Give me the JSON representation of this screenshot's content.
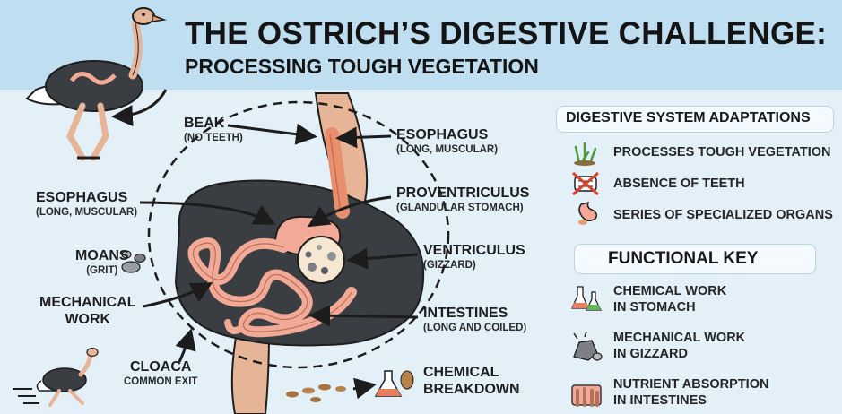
{
  "header": {
    "title": "THE OSTRICH’S DIGESTIVE CHALLENGE:",
    "subtitle": "PROCESSING TOUGH VEGETATION"
  },
  "diagram": {
    "labels": {
      "beak": {
        "main": "BEAK",
        "sub": "(NO TEETH)"
      },
      "esophagus_right": {
        "main": "ESOPHAGUS",
        "sub": "(LONG, MUSCULAR)"
      },
      "esophagus_left": {
        "main": "ESOPHAGUS",
        "sub": "(LONG, MUSCULAR)"
      },
      "proventriculus": {
        "main": "PROVENTRICULUS",
        "sub": "(GLANDULAR STOMACH)"
      },
      "moans": {
        "main": "MOANS",
        "sub": "(GRIT)"
      },
      "ventriculus": {
        "main": "VENTRICULUS",
        "sub": "(GIZZARD)"
      },
      "mechanical": {
        "line1": "MECHANICAL",
        "line2": "WORK"
      },
      "intestines": {
        "main": "INTESTINES",
        "sub": "(LONG AND COILED)"
      },
      "cloaca": {
        "main": "CLOACA",
        "sub": "COMMON EXIT"
      },
      "chemical": {
        "line1": "CHEMICAL",
        "line2": "BREAKDOWN"
      }
    }
  },
  "adaptations": {
    "heading": "DIGESTIVE SYSTEM ADAPTATIONS",
    "items": [
      {
        "icon": "grass-icon",
        "text": "PROCESSES TOUGH VEGETATION"
      },
      {
        "icon": "no-teeth-icon",
        "text": "ABSENCE OF TEETH"
      },
      {
        "icon": "stomach-icon",
        "text": "SERIES OF SPECIALIZED ORGANS"
      }
    ]
  },
  "functional_key": {
    "heading": "FUNCTIONAL KEY",
    "items": [
      {
        "icon": "flask-icon",
        "line1": "CHEMICAL WORK",
        "line2": "IN STOMACH"
      },
      {
        "icon": "grit-icon",
        "line1": "MECHANICAL WORK",
        "line2": "IN GIZZARD"
      },
      {
        "icon": "villi-icon",
        "line1": "NUTRIENT ABSORPTION",
        "line2": "IN INTESTINES"
      }
    ]
  },
  "colors": {
    "header_bg": "#bfdff0",
    "body_bg": "#e3f0f7",
    "organ_pink": "#f2a995",
    "ostrich_dark": "#3a3d42",
    "leg_tan": "#e6b598"
  }
}
